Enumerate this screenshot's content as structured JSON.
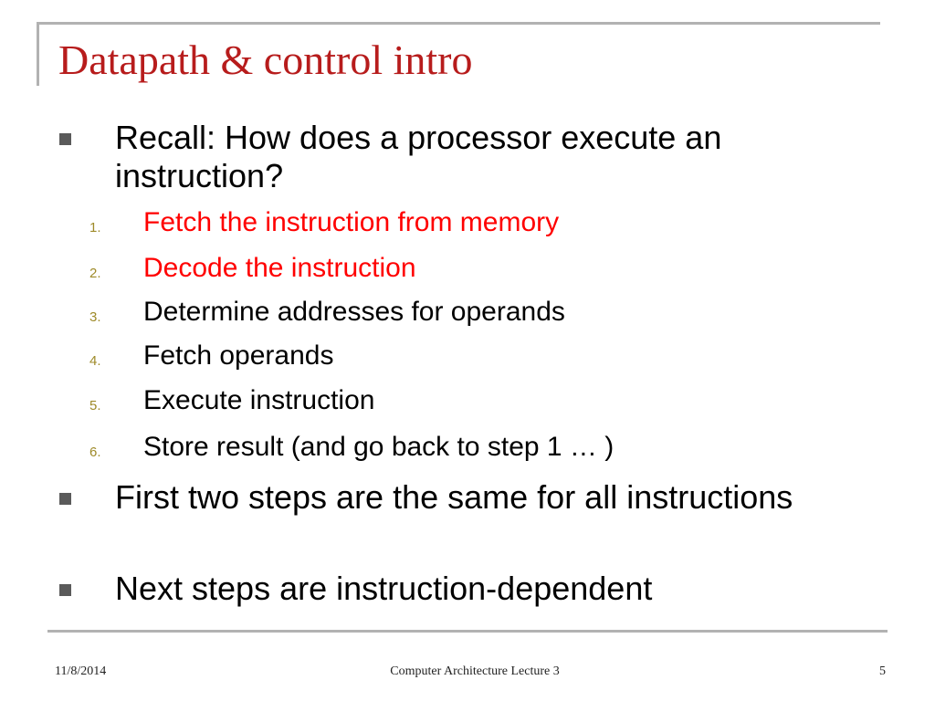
{
  "slide": {
    "title": "Datapath & control intro",
    "bullets": [
      {
        "text": "Recall: How does a processor execute an instruction?",
        "subitems": [
          {
            "number": "1.",
            "text": "Fetch the instruction from memory",
            "color": "#ff0000"
          },
          {
            "number": "2.",
            "text": "Decode the instruction",
            "color": "#ff0000"
          },
          {
            "number": "3.",
            "text": "Determine addresses for operands",
            "color": "#000000"
          },
          {
            "number": "4.",
            "text": "Fetch operands",
            "color": "#000000"
          },
          {
            "number": "5.",
            "text": "Execute instruction",
            "color": "#000000"
          },
          {
            "number": "6.",
            "text": "Store result (and go back to step 1 … )",
            "color": "#000000"
          }
        ]
      },
      {
        "text": "First two steps are the same for all instructions",
        "subitems": []
      },
      {
        "text": "Next steps are instruction-dependent",
        "subitems": []
      }
    ],
    "footer": {
      "date": "11/8/2014",
      "center": "Computer Architecture Lecture 3",
      "page": "5"
    }
  },
  "colors": {
    "title": "#b71c1c",
    "highlight": "#ff0000",
    "number": "#9e8a29",
    "bullet_marker": "#5a5a5a",
    "frame_lines": "#b2b2b2"
  }
}
